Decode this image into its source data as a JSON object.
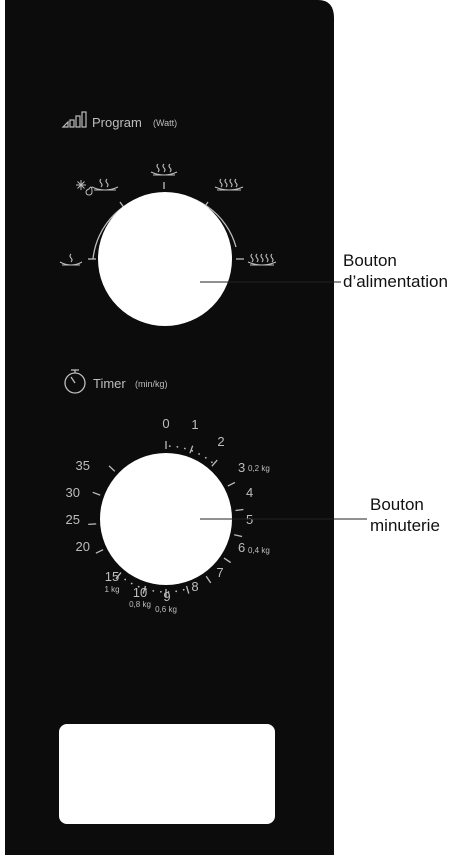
{
  "program": {
    "title": "Program",
    "unit": "(Watt)",
    "icons": [
      "signal-bars-icon",
      "defrost-snowflake-icon",
      "heat-level-1-icon",
      "heat-level-2-icon",
      "heat-level-3-icon",
      "heat-level-4-icon",
      "heat-level-5-icon"
    ]
  },
  "timer": {
    "title": "Timer",
    "unit": "(min/kg)",
    "icon": "stopwatch-icon",
    "labels": [
      {
        "text": "0",
        "sub": ""
      },
      {
        "text": "1",
        "sub": ""
      },
      {
        "text": "2",
        "sub": ""
      },
      {
        "text": "3",
        "sub": "0,2 kg"
      },
      {
        "text": "4",
        "sub": ""
      },
      {
        "text": "5",
        "sub": ""
      },
      {
        "text": "6",
        "sub": "0,4 kg"
      },
      {
        "text": "7",
        "sub": ""
      },
      {
        "text": "8",
        "sub": ""
      },
      {
        "text": "9",
        "sub": "0,6 kg"
      },
      {
        "text": "10",
        "sub": "0,8 kg"
      },
      {
        "text": "15",
        "sub": "1 kg"
      },
      {
        "text": "20",
        "sub": ""
      },
      {
        "text": "25",
        "sub": ""
      },
      {
        "text": "30",
        "sub": ""
      },
      {
        "text": "35",
        "sub": ""
      }
    ]
  },
  "callouts": {
    "power": [
      "Bouton",
      "d’alimentation"
    ],
    "timer": [
      "Bouton",
      "minuterie"
    ]
  },
  "colors": {
    "panel": "#0c0c0c",
    "marking": "#bdbdbd",
    "knob": "#ffffff",
    "callout_line": "#222222"
  }
}
